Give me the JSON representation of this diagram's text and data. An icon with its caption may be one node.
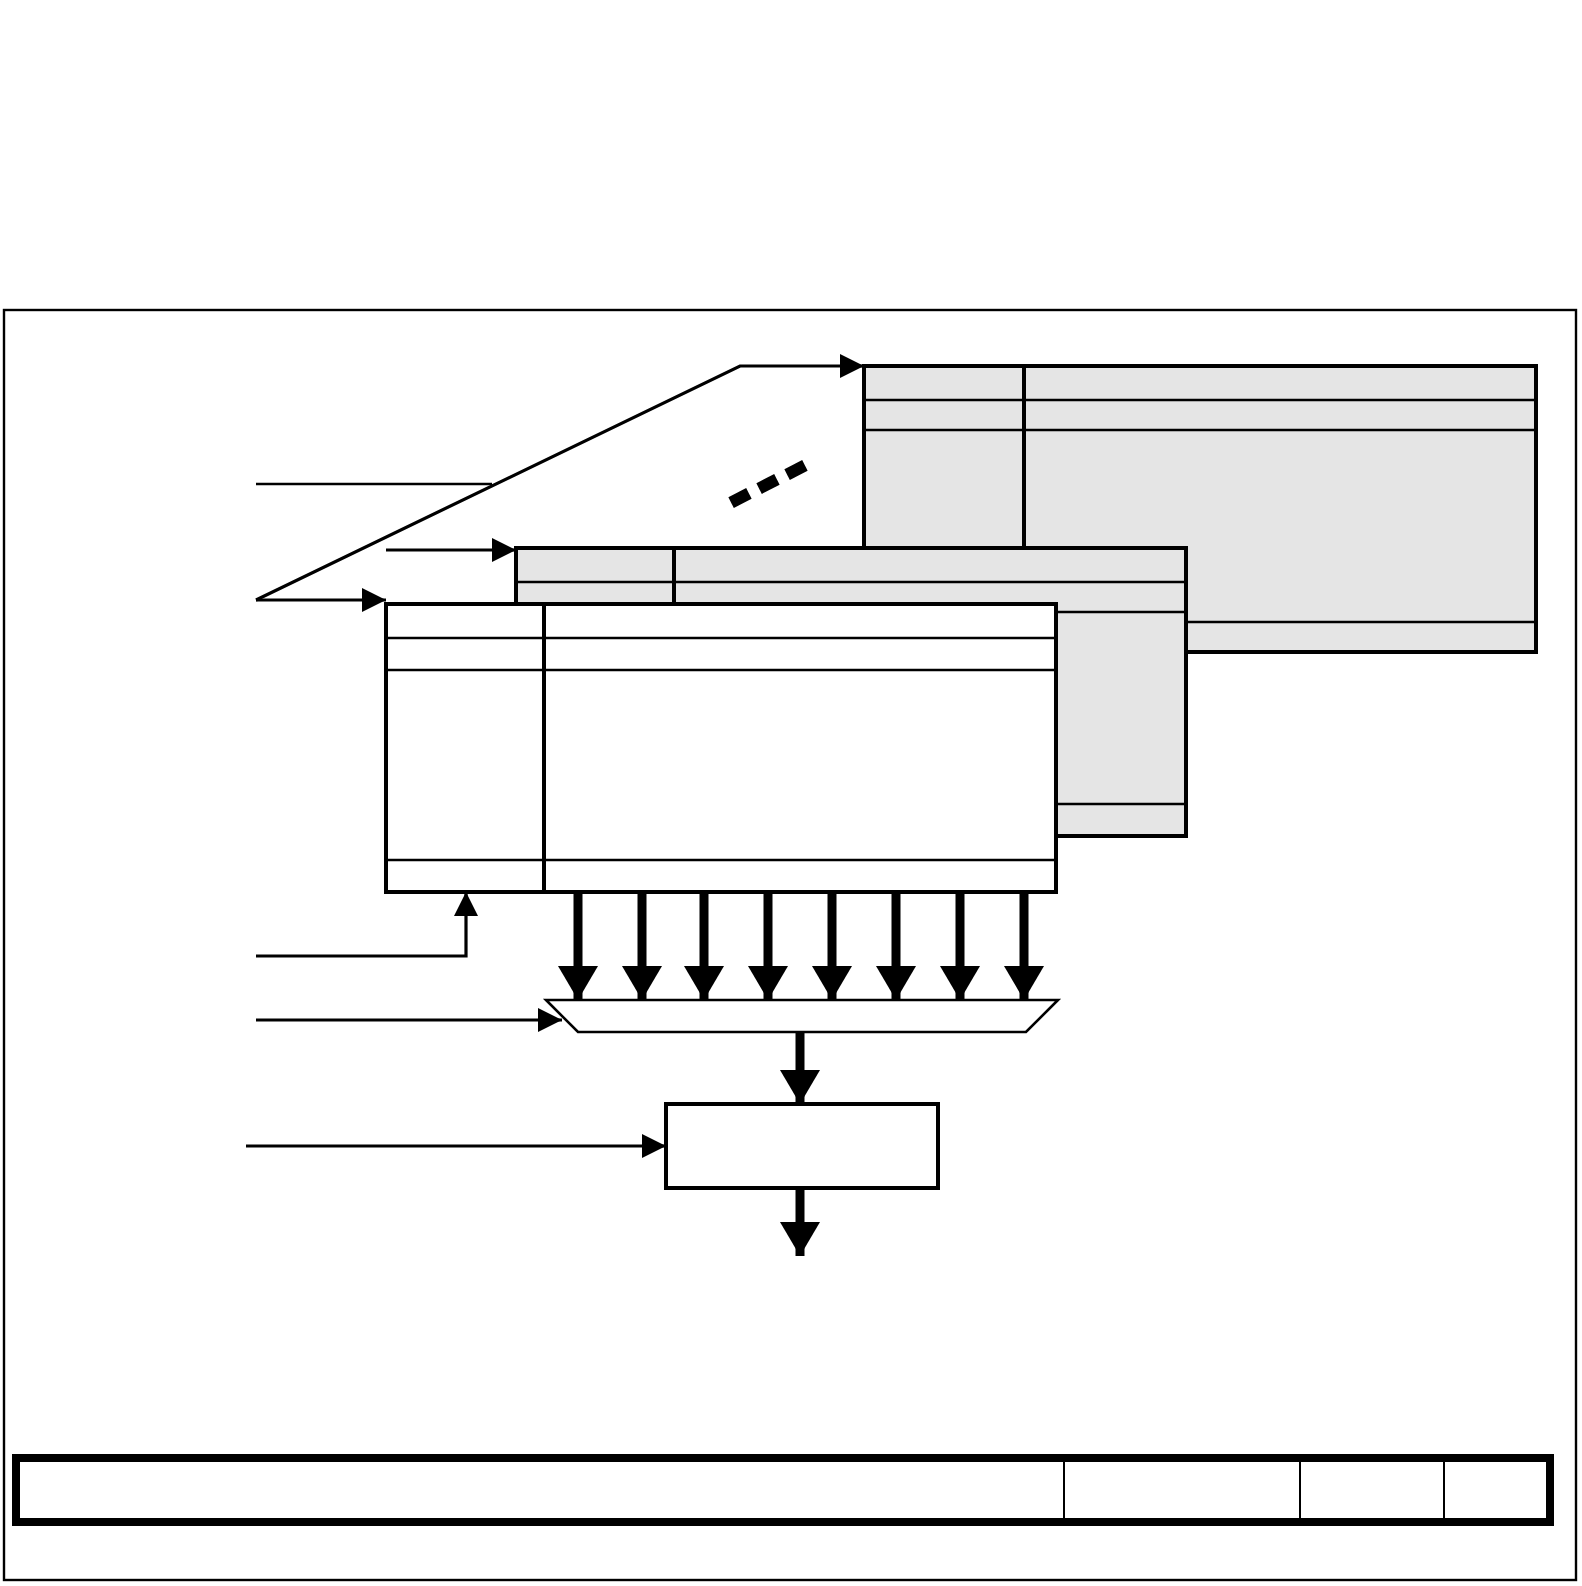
{
  "diagram": {
    "nodes": [
      {
        "text": [],
        "shape": "box"
      },
      {
        "text": [],
        "shape": "box"
      },
      {
        "text": [],
        "shape": "box"
      },
      {
        "text": [],
        "shape": "trapezoid"
      },
      {
        "text": [],
        "shape": "box"
      }
    ],
    "edges": [
      {
        "from": null,
        "to": 0,
        "arrow": "to"
      },
      {
        "from": null,
        "to": 1,
        "arrow": "to"
      },
      {
        "from": null,
        "to": 2,
        "arrow": "to"
      },
      {
        "from": null,
        "to": 2,
        "arrow": "to"
      },
      {
        "from": 2,
        "to": 3,
        "arrow": "to"
      },
      {
        "from": 2,
        "to": 3,
        "arrow": "to"
      },
      {
        "from": 2,
        "to": 3,
        "arrow": "to"
      },
      {
        "from": 2,
        "to": 3,
        "arrow": "to"
      },
      {
        "from": 2,
        "to": 3,
        "arrow": "to"
      },
      {
        "from": 2,
        "to": 3,
        "arrow": "to"
      },
      {
        "from": 2,
        "to": 3,
        "arrow": "to"
      },
      {
        "from": 2,
        "to": 3,
        "arrow": "to"
      },
      {
        "from": null,
        "to": 3,
        "arrow": "to"
      },
      {
        "from": 3,
        "to": 4,
        "arrow": "to"
      },
      {
        "from": null,
        "to": 4,
        "arrow": "to"
      },
      {
        "from": 4,
        "to": null,
        "arrow": "to"
      }
    ]
  }
}
